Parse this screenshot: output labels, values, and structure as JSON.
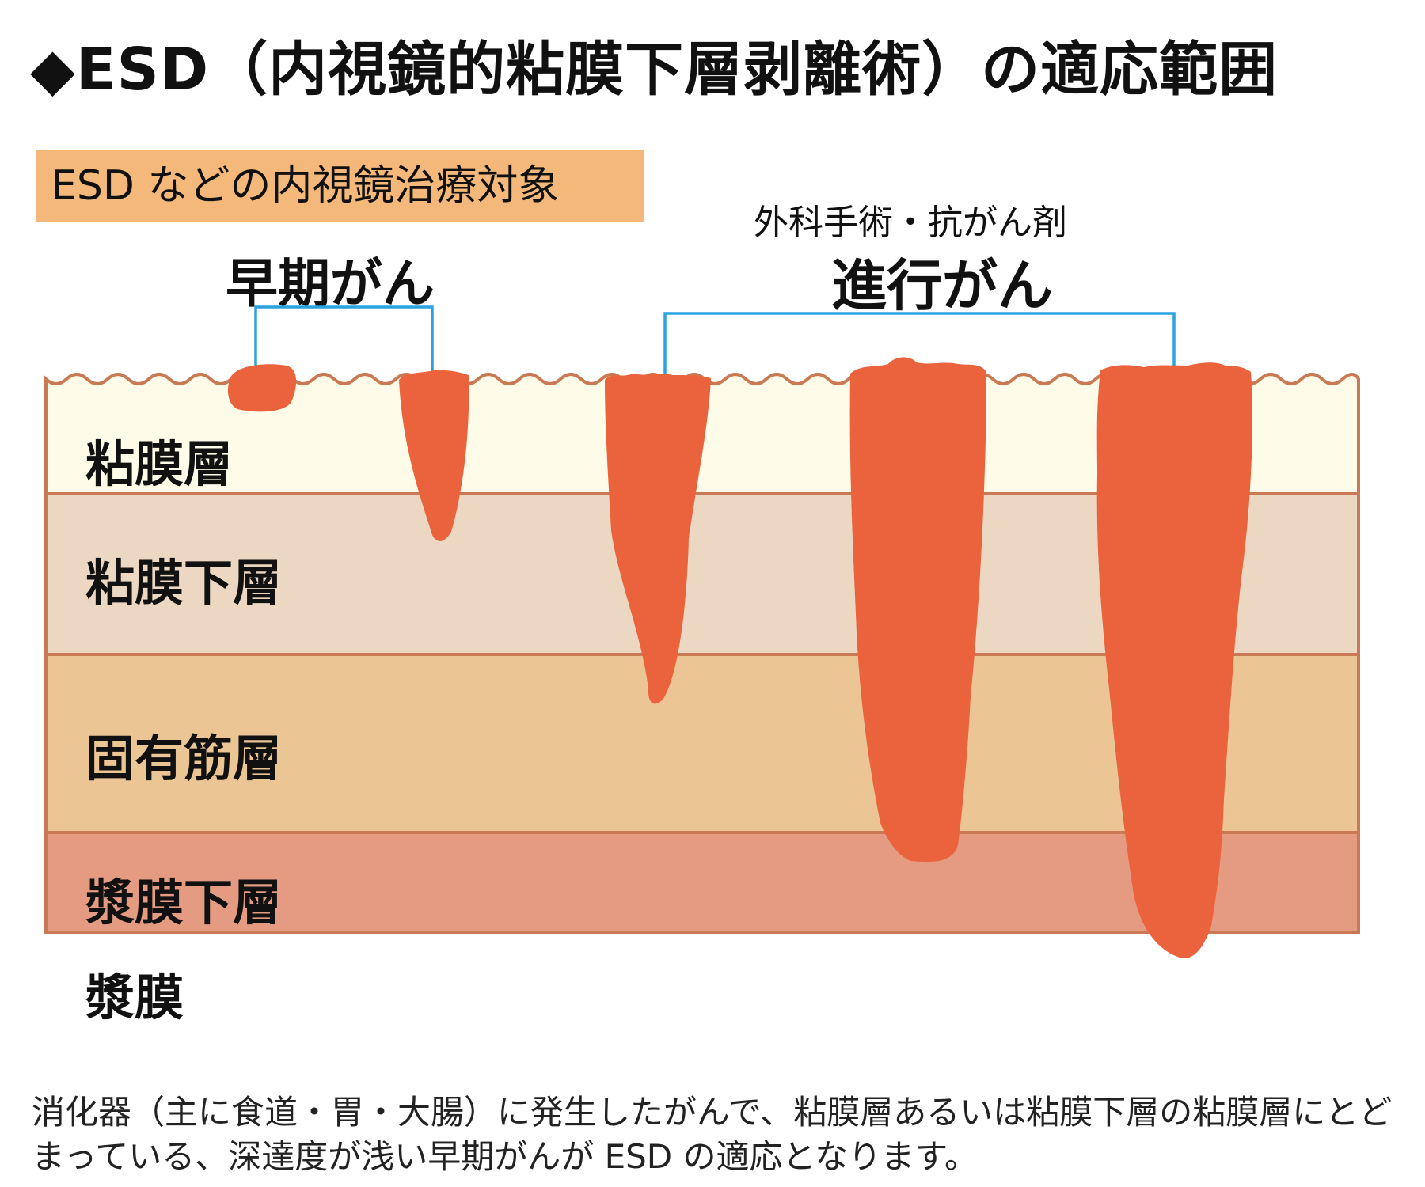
{
  "title": "◆ESD（内視鏡的粘膜下層剥離術）の適応範囲",
  "esd_target_label": "ESD などの内視鏡治療対象",
  "early_cancer_label": "早期がん",
  "treatment_label": "外科手術・抗がん剤",
  "advanced_cancer_label": "進行がん",
  "layers": [
    {
      "label": "粘膜層",
      "color": "#fefce8"
    },
    {
      "label": "粘膜下層",
      "color": "#ecd8c2"
    },
    {
      "label": "固有筋層",
      "color": "#ecc594"
    },
    {
      "label": "漿膜下層",
      "color": "#e49b82"
    },
    {
      "label": "漿膜",
      "color": "#ffffff"
    }
  ],
  "colors": {
    "tumor": "#eb633d",
    "bracket": "#2aa3e0",
    "layer_border": "#c97a55",
    "label_box": "#f4b97a"
  },
  "caption": "消化器（主に食道・胃・大腸）に発生したがんで、粘膜層あるいは粘膜下層の粘膜層にとどまっている、深達度が浅い早期がんが ESD の適応となります。"
}
